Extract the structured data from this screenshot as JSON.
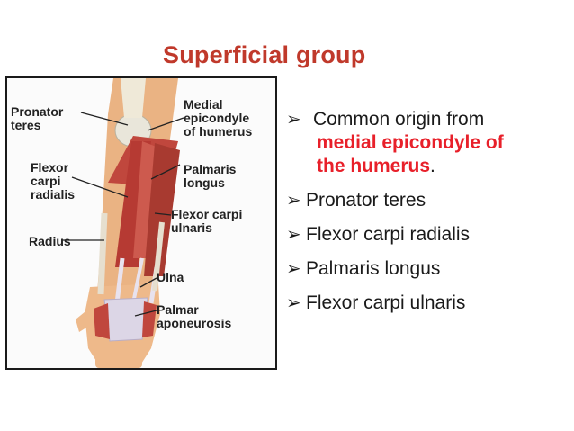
{
  "title": "Superficial group",
  "colors": {
    "title": "#c0392b",
    "highlight": "#e8202a",
    "muscle": "#c0473d",
    "skin": "#eab383"
  },
  "figure": {
    "labels": {
      "pronator_teres": "Pronator\nteres",
      "medial_epicondyle": "Medial\nepicondyle\nof humerus",
      "flexor_carpi_radialis": "Flexor\ncarpi\nradialis",
      "palmaris_longus": "Palmaris\nlongus",
      "flexor_carpi_ulnaris": "Flexor carpi\nulnaris",
      "radius": "Radius",
      "ulna": "Ulna",
      "palmar_aponeurosis": "Palmar\naponeurosis"
    }
  },
  "bullets": {
    "marker": "➢",
    "common_origin_prefix": "Common origin from",
    "common_origin_highlight_1": "medial epicondyle of",
    "common_origin_highlight_2": "the humerus",
    "common_origin_suffix": ".",
    "items": [
      "Pronator teres",
      "Flexor carpi radialis",
      "Palmaris longus",
      "Flexor carpi ulnaris"
    ]
  }
}
